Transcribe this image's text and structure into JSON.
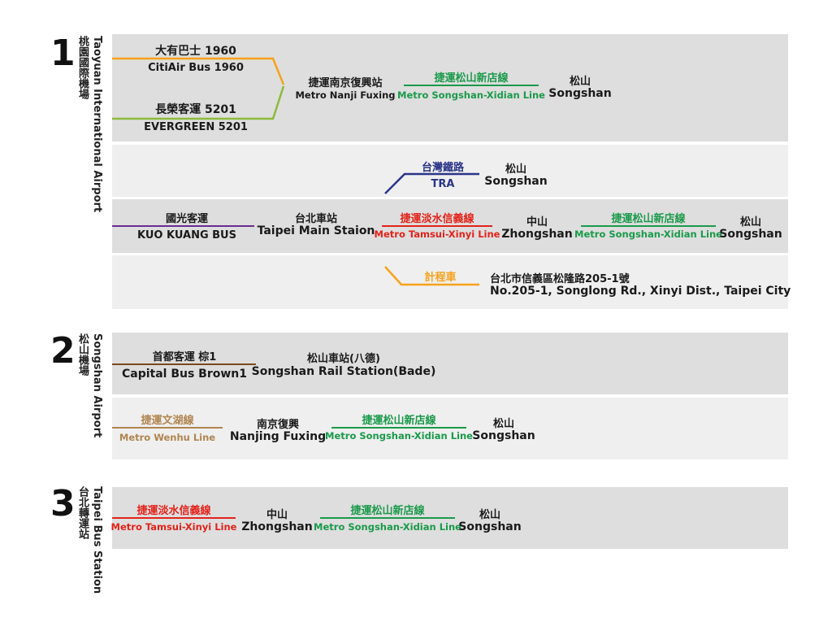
{
  "colors": {
    "orange": "#f6a21a",
    "green": "#8bbb3a",
    "metro_green": "#1a9a4a",
    "tra_blue": "#2a3487",
    "red": "#e2231a",
    "purple": "#6a2c91",
    "brown": "#7a4a1a",
    "wenhu": "#b08550"
  },
  "sections": [
    {
      "number": "1",
      "name_zh": "桃園國際機場",
      "name_en": "Taoyuan International Airport",
      "routes": {
        "r1": {
          "bus1_zh": "大有巴士 1960",
          "bus1_en": "CitiAir Bus 1960",
          "bus2_zh": "長榮客運 5201",
          "bus2_en": "EVERGREEN 5201",
          "transfer_zh": "捷運南京復興站",
          "transfer_en": "Metro Nanji Fuxing",
          "line_zh": "捷運松山新店線",
          "line_en": "Metro Songshan-Xidian Line",
          "dest_zh": "松山",
          "dest_en": "Songshan"
        },
        "r2": {
          "line_zh": "台灣鐵路",
          "line_en": "TRA",
          "dest_zh": "松山",
          "dest_en": "Songshan"
        },
        "r3": {
          "bus_zh": "國光客運",
          "bus_en": "KUO  KUANG BUS",
          "stop1_zh": "台北車站",
          "stop1_en": "Taipei Main Staion",
          "line1_zh": "捷運淡水信義線",
          "line1_en": "Metro Tamsui-Xinyi Line",
          "stop2_zh": "中山",
          "stop2_en": "Zhongshan",
          "line2_zh": "捷運松山新店線",
          "line2_en": "Metro Songshan-Xidian Line",
          "dest_zh": "松山",
          "dest_en": "Songshan"
        },
        "r4": {
          "mode_zh": "計程車",
          "addr_zh": "台北市信義區松隆路205-1號",
          "addr_en": "No.205-1, Songlong Rd., Xinyi Dist., Taipei City"
        }
      }
    },
    {
      "number": "2",
      "name_zh": "松山機場",
      "name_en": "Songshan Airport",
      "routes": {
        "r1": {
          "bus_zh": "首都客運  棕1",
          "bus_en": "Capital Bus  Brown1",
          "dest_zh": "松山車站(八德)",
          "dest_en": "Songshan Rail Station(Bade)"
        },
        "r2": {
          "line1_zh": "捷運文湖線",
          "line1_en": "Metro Wenhu Line",
          "stop_zh": "南京復興",
          "stop_en": "Nanjing Fuxing",
          "line2_zh": "捷運松山新店線",
          "line2_en": "Metro Songshan-Xidian Line",
          "dest_zh": "松山",
          "dest_en": "Songshan"
        }
      }
    },
    {
      "number": "3",
      "name_zh": "台北轉運站",
      "name_en": "Taipei Bus Station",
      "routes": {
        "r1": {
          "line1_zh": "捷運淡水信義線",
          "line1_en": "Metro Tamsui-Xinyi Line",
          "stop_zh": "中山",
          "stop_en": "Zhongshan",
          "line2_zh": "捷運松山新店線",
          "line2_en": "Metro Songshan-Xidian Line",
          "dest_zh": "松山",
          "dest_en": "Songshan"
        }
      }
    }
  ]
}
